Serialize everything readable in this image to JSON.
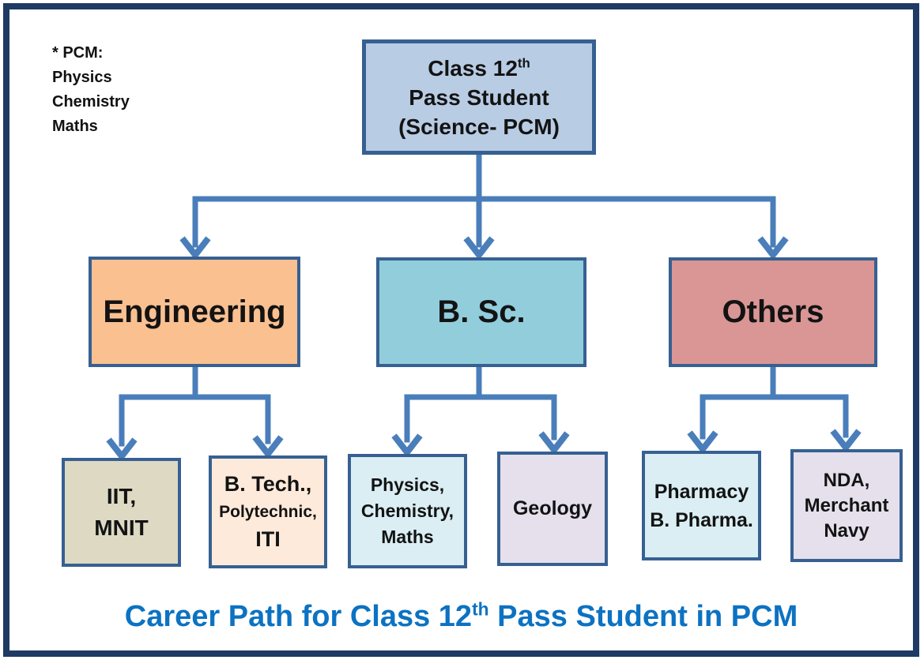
{
  "colors": {
    "frame_border": "#1f3a63",
    "box_border": "#376092",
    "connector": "#4a7ebb",
    "root_fill": "#b8cce4",
    "engineering_fill": "#fac090",
    "bsc_fill": "#92cddc",
    "others_fill": "#d99694",
    "iit_fill": "#ddd9c3",
    "btech_fill": "#fdeada",
    "pcm_fill": "#daeef3",
    "geology_fill": "#e5e0ec",
    "pharmacy_fill": "#daeef3",
    "nda_fill": "#e5e0ec",
    "caption_color": "#0c72c2",
    "text_color": "#131313"
  },
  "note": {
    "lines": [
      "* PCM:",
      "Physics",
      "Chemistry",
      "Maths"
    ]
  },
  "root_box": {
    "line1": "Class 12",
    "superscript": "th",
    "line2": "Pass Student",
    "line3": "(Science- PCM)"
  },
  "branches": {
    "engineering": {
      "label": "Engineering"
    },
    "bsc": {
      "label": "B. Sc."
    },
    "others": {
      "label": "Others"
    }
  },
  "leaves": {
    "iit": {
      "lines": [
        "IIT,",
        "MNIT"
      ]
    },
    "btech": {
      "lines": [
        "B. Tech.,",
        "Polytechnic,",
        "ITI"
      ]
    },
    "pcm": {
      "lines": [
        "Physics,",
        "Chemistry,",
        "Maths"
      ]
    },
    "geology": {
      "lines": [
        "Geology"
      ]
    },
    "pharmacy": {
      "lines": [
        "Pharmacy",
        "B. Pharma."
      ]
    },
    "nda": {
      "lines": [
        "NDA,",
        "Merchant",
        "Navy"
      ]
    }
  },
  "caption": {
    "prefix": "Career Path for Class 12",
    "superscript": "th",
    "suffix": " Pass Student in PCM"
  }
}
